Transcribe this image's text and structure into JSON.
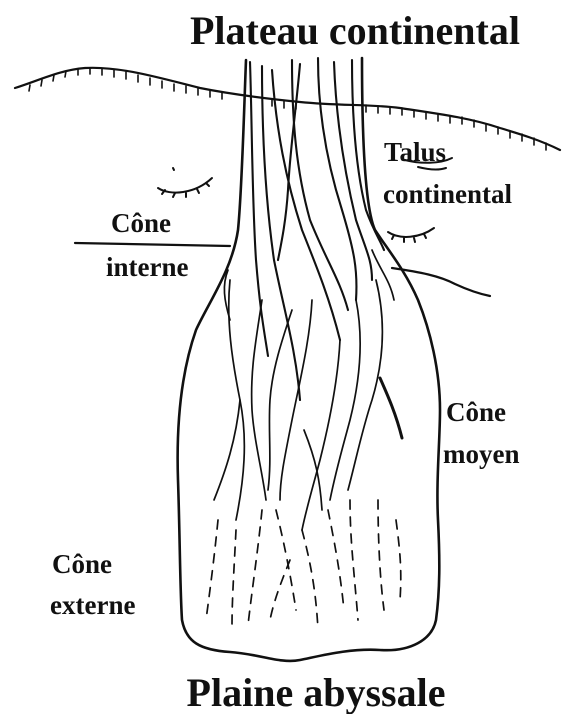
{
  "diagram": {
    "title": "Plateau continental",
    "bottom_title": "Plaine abyssale",
    "labels": {
      "talus_line1": "Talus",
      "talus_line2": "continental",
      "cone_interne_line1": "Cône",
      "cone_interne_line2": "interne",
      "cone_moyen_line1": "Cône",
      "cone_moyen_line2": "moyen",
      "cone_externe_line1": "Cône",
      "cone_externe_line2": "externe"
    },
    "colors": {
      "ink": "#111111",
      "background": "#ffffff"
    }
  }
}
